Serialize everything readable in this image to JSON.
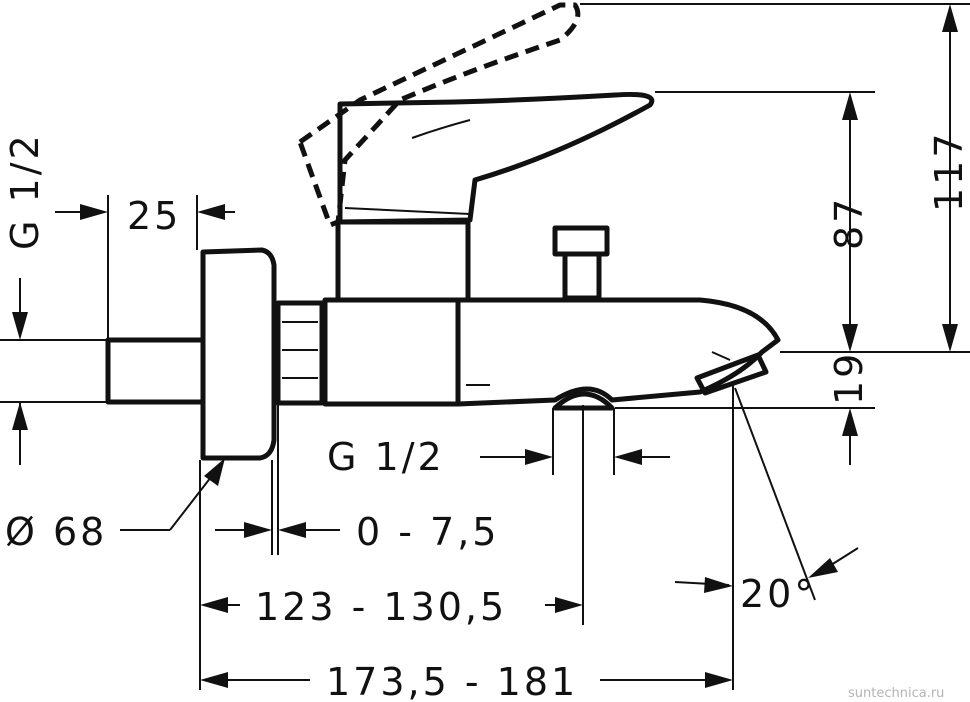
{
  "dimensions": {
    "thread_left": "G 1/2",
    "nut_width": "25",
    "rosette_diameter": "Ø 68",
    "adjust_range": "0 - 7,5",
    "axis_to_outlet": "123 - 130,5",
    "total_projection": "173,5 - 181",
    "outlet_thread": "G 1/2",
    "spout_angle": "20°",
    "height_to_lever": "87",
    "height_total": "117",
    "outlet_height": "19"
  },
  "watermark": "suntechnica.ru"
}
